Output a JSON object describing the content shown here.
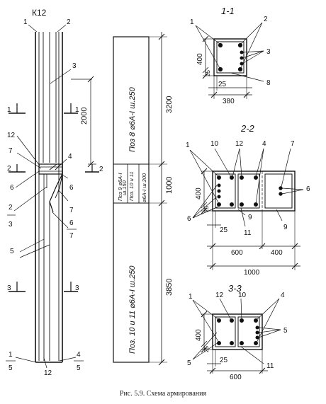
{
  "column": {
    "mark": "К12",
    "callouts": [
      "1",
      "2",
      "3",
      "12",
      "7",
      "6",
      "4",
      "2",
      "6",
      "2",
      "3",
      "5",
      "7",
      "6",
      "7",
      "1",
      "5",
      "12",
      "4",
      "5"
    ],
    "section_marks": [
      "1",
      "1",
      "2",
      "2",
      "3",
      "3"
    ],
    "dim_2000": "2000"
  },
  "table": {
    "dims": [
      "3200",
      "1000",
      "3850"
    ],
    "row_upper": "Поз 8 ⌀6А-I ш.250",
    "row_mid_1": "Поз 9 ⌀6А-I",
    "row_mid_2": "ш.150",
    "row_mid_3": "Поз. 10 и 11",
    "row_mid_4": "⌀6А-I ш.300",
    "row_lower": "Поз. 10 и 11 ⌀6А-I ш.250"
  },
  "section_1": {
    "title": "1-1",
    "dim_h": "400",
    "dim_cover": "25",
    "dim_cover_b": "25",
    "dim_w": "380",
    "callouts": [
      "1",
      "2",
      "3",
      "8"
    ]
  },
  "section_2": {
    "title": "2-2",
    "dim_h": "400",
    "dim_cover": "25",
    "dim_cover_b": "25",
    "dim_left": "600",
    "dim_right": "400",
    "dim_total": "1000",
    "callouts": [
      "1",
      "10",
      "12",
      "4",
      "7",
      "6",
      "6",
      "11",
      "9",
      "9"
    ]
  },
  "section_3": {
    "title": "3-3",
    "dim_h": "400",
    "dim_cover": "25",
    "dim_cover_b": "25",
    "dim_w": "600",
    "callouts": [
      "1",
      "12",
      "10",
      "4",
      "5",
      "5",
      "11"
    ]
  },
  "caption": "Рис. 5.9. Схема армирования"
}
